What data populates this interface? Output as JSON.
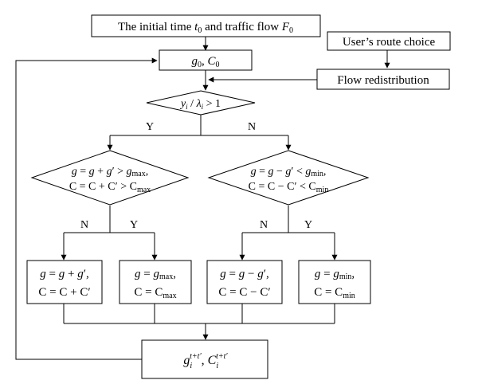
{
  "diagram": {
    "start": {
      "prefix": "The initial time ",
      "t0": "t",
      "t0_sub": "0",
      "mid": " and traffic flow ",
      "F0": "F",
      "F0_sub": "0"
    },
    "init": {
      "g": "g",
      "g_sub": "0",
      "sep": ", ",
      "C": "C",
      "C_sub": "0"
    },
    "route_choice": "User’s route choice",
    "flow_redistribution": "Flow redistribution",
    "check": {
      "y": "y",
      "y_sub": "i",
      "slash": " / ",
      "lambda": "λ",
      "lambda_sub": "i",
      "rest": " > 1"
    },
    "branch_yes": "Y",
    "branch_no": "N",
    "decision_left": {
      "line1": {
        "g": "g",
        "eq": " = ",
        "g2": "g",
        "plus": " + ",
        "gp": "g",
        "prime": "′",
        "gt": " > ",
        "gmax": "g",
        "gmax_sub": "max",
        "tail": ","
      },
      "line2": {
        "text": "C = C + C′ > C",
        "sub": "max"
      }
    },
    "decision_right": {
      "line1": {
        "g": "g",
        "eq": " = ",
        "g2": "g",
        "minus": " − ",
        "gp": "g",
        "prime": "′",
        "lt": " < ",
        "gmin": "g",
        "gmin_sub": "min",
        "tail": ","
      },
      "line2": {
        "text": "C = C − C′ < C",
        "sub": "min"
      }
    },
    "box1": {
      "line1": {
        "g": "g",
        "eq": " = ",
        "g2": "g",
        "plus": " + ",
        "gp": "g",
        "prime": "′,"
      },
      "line2": "C = C + C′"
    },
    "box2": {
      "line1": {
        "g": "g",
        "eq": " = ",
        "gmax": "g",
        "gmax_sub": "max",
        "tail": ","
      },
      "line2": {
        "text": "C = C",
        "sub": "max"
      }
    },
    "box3": {
      "line1": {
        "g": "g",
        "eq": " = ",
        "g2": "g",
        "minus": " − ",
        "gp": "g",
        "prime": "′,"
      },
      "line2": "C = C − C′"
    },
    "box4": {
      "line1": {
        "g": "g",
        "eq": " = ",
        "gmin": "g",
        "gmin_sub": "min",
        "tail": ","
      },
      "line2": {
        "text": "C = C",
        "sub": "min"
      }
    },
    "output": {
      "g": "g",
      "g_sub": "i",
      "g_sup": "t+t′",
      "sep": ", ",
      "C": "C",
      "C_sub": "i",
      "C_sup": "t+t′"
    }
  }
}
